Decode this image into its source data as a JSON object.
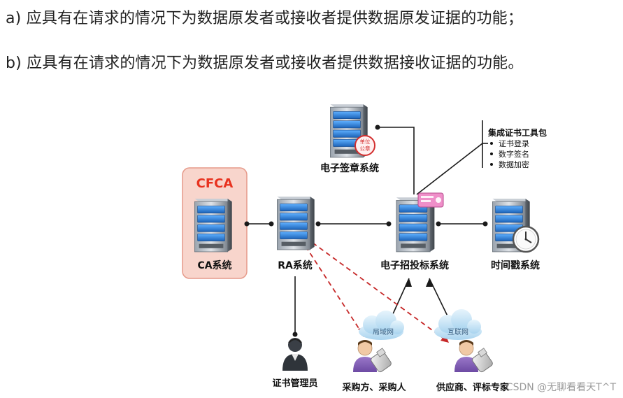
{
  "requirements": {
    "a": "a) 应具有在请求的情况下为数据原发者或接收者提供数据原发证据的功能；",
    "b": "b) 应具有在请求的情况下为数据原发者或接收者提供数据接收证据的功能。"
  },
  "diagram": {
    "cfca_title": "CFCA",
    "ca_label": "CA系统",
    "ra_label": "RA系统",
    "esign_label": "电子签章系统",
    "seal_text_1": "单位",
    "seal_text_2": "公章",
    "bidding_label": "电子招投标系统",
    "timestamp_label": "时间戳系统",
    "toolkit_title": "集成证书工具包",
    "toolkit_items": [
      "证书登录",
      "数字签名",
      "数据加密"
    ],
    "cloud_left": "局域网",
    "cloud_right": "互联网",
    "admin_label": "证书管理员",
    "buyer_label": "采购方、采购人",
    "supplier_label": "供应商、评标专家"
  },
  "colors": {
    "cfca_box_bg": "#f8d5cc",
    "cfca_border": "#e69a8a",
    "cfca_title": "#e8321f",
    "dashed_line": "#c62828",
    "server_blue": "#2a7bd4",
    "cloud": "#bfe0f5"
  },
  "watermark": "CSDN @无聊看看天T^T"
}
